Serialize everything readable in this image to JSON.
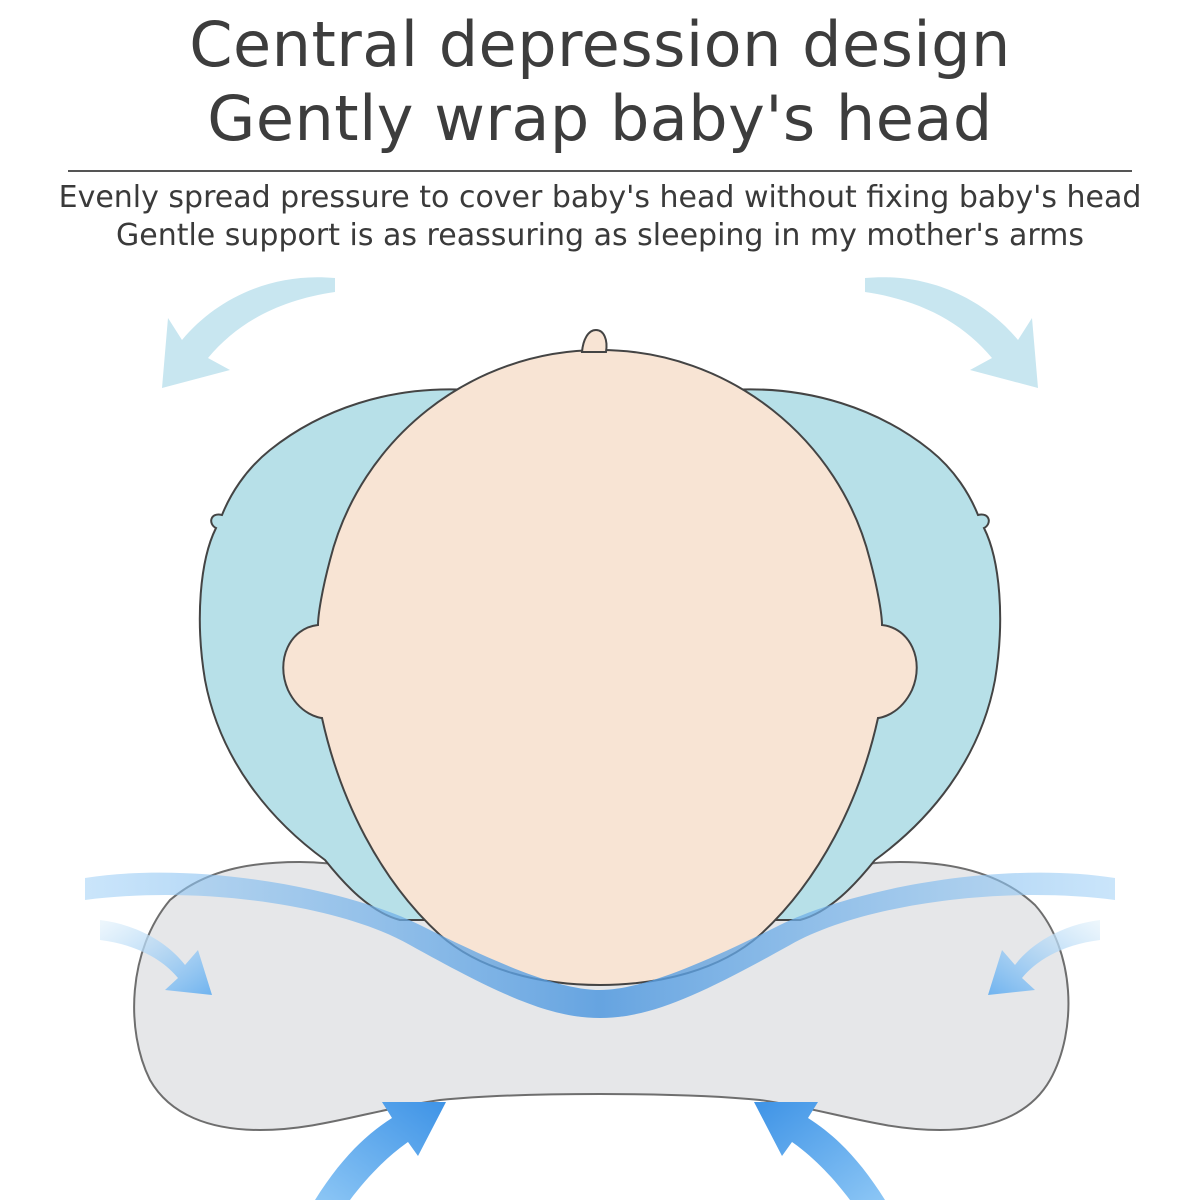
{
  "heading": {
    "line1": "Central depression design",
    "line2": "Gently wrap baby's head"
  },
  "description": {
    "line1": "Evenly spread pressure to cover baby's head without fixing baby's head",
    "line2": "Gentle support is as reassuring as sleeping in my mother's arms"
  },
  "colors": {
    "text": "#3d3d3d",
    "rule": "#555555",
    "skin": "#f8e4d4",
    "hat": "#b7e0e8",
    "pillow": "#e6e7e9",
    "arrow_light": "#c7e6f0",
    "arrow_blue": "#6fb3ef",
    "wave_blue": "#5fa4e2"
  },
  "icons": [
    "arrow-top-left-icon",
    "arrow-top-right-icon",
    "arrow-mid-left-icon",
    "arrow-mid-right-icon",
    "arrow-bottom-left-icon",
    "arrow-bottom-right-icon"
  ]
}
